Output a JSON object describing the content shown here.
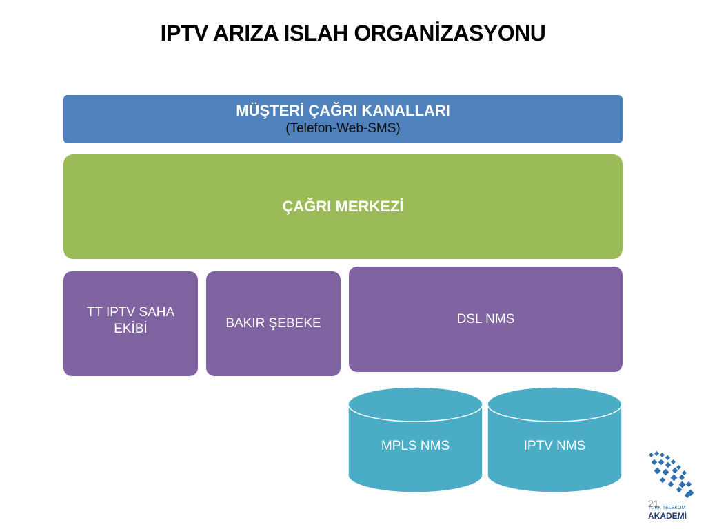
{
  "slide": {
    "title": "IPTV ARIZA ISLAH ORGANİZASYONU",
    "page_number": "21"
  },
  "diagram": {
    "channels": {
      "title": "MÜŞTERİ ÇAĞRI KANALLARI",
      "subtitle": "(Telefon-Web-SMS)"
    },
    "call_center": {
      "label": "ÇAĞRI MERKEZİ"
    },
    "field_team": {
      "label": "TT IPTV SAHA EKİBİ"
    },
    "copper_network": {
      "label": "BAKIR ŞEBEKE"
    },
    "dsl_nms": {
      "label": "DSL NMS"
    },
    "mpls_nms": {
      "label": "MPLS NMS"
    },
    "iptv_nms": {
      "label": "IPTV NMS"
    }
  },
  "logo": {
    "line1": "TÜRK TELEKOM",
    "line2": "AKADEMİ"
  },
  "colors": {
    "blue": "#4f81bd",
    "green": "#9bbb59",
    "purple": "#8064a2",
    "cyan": "#4bacc6",
    "logo_navy": "#1f3a6e"
  }
}
